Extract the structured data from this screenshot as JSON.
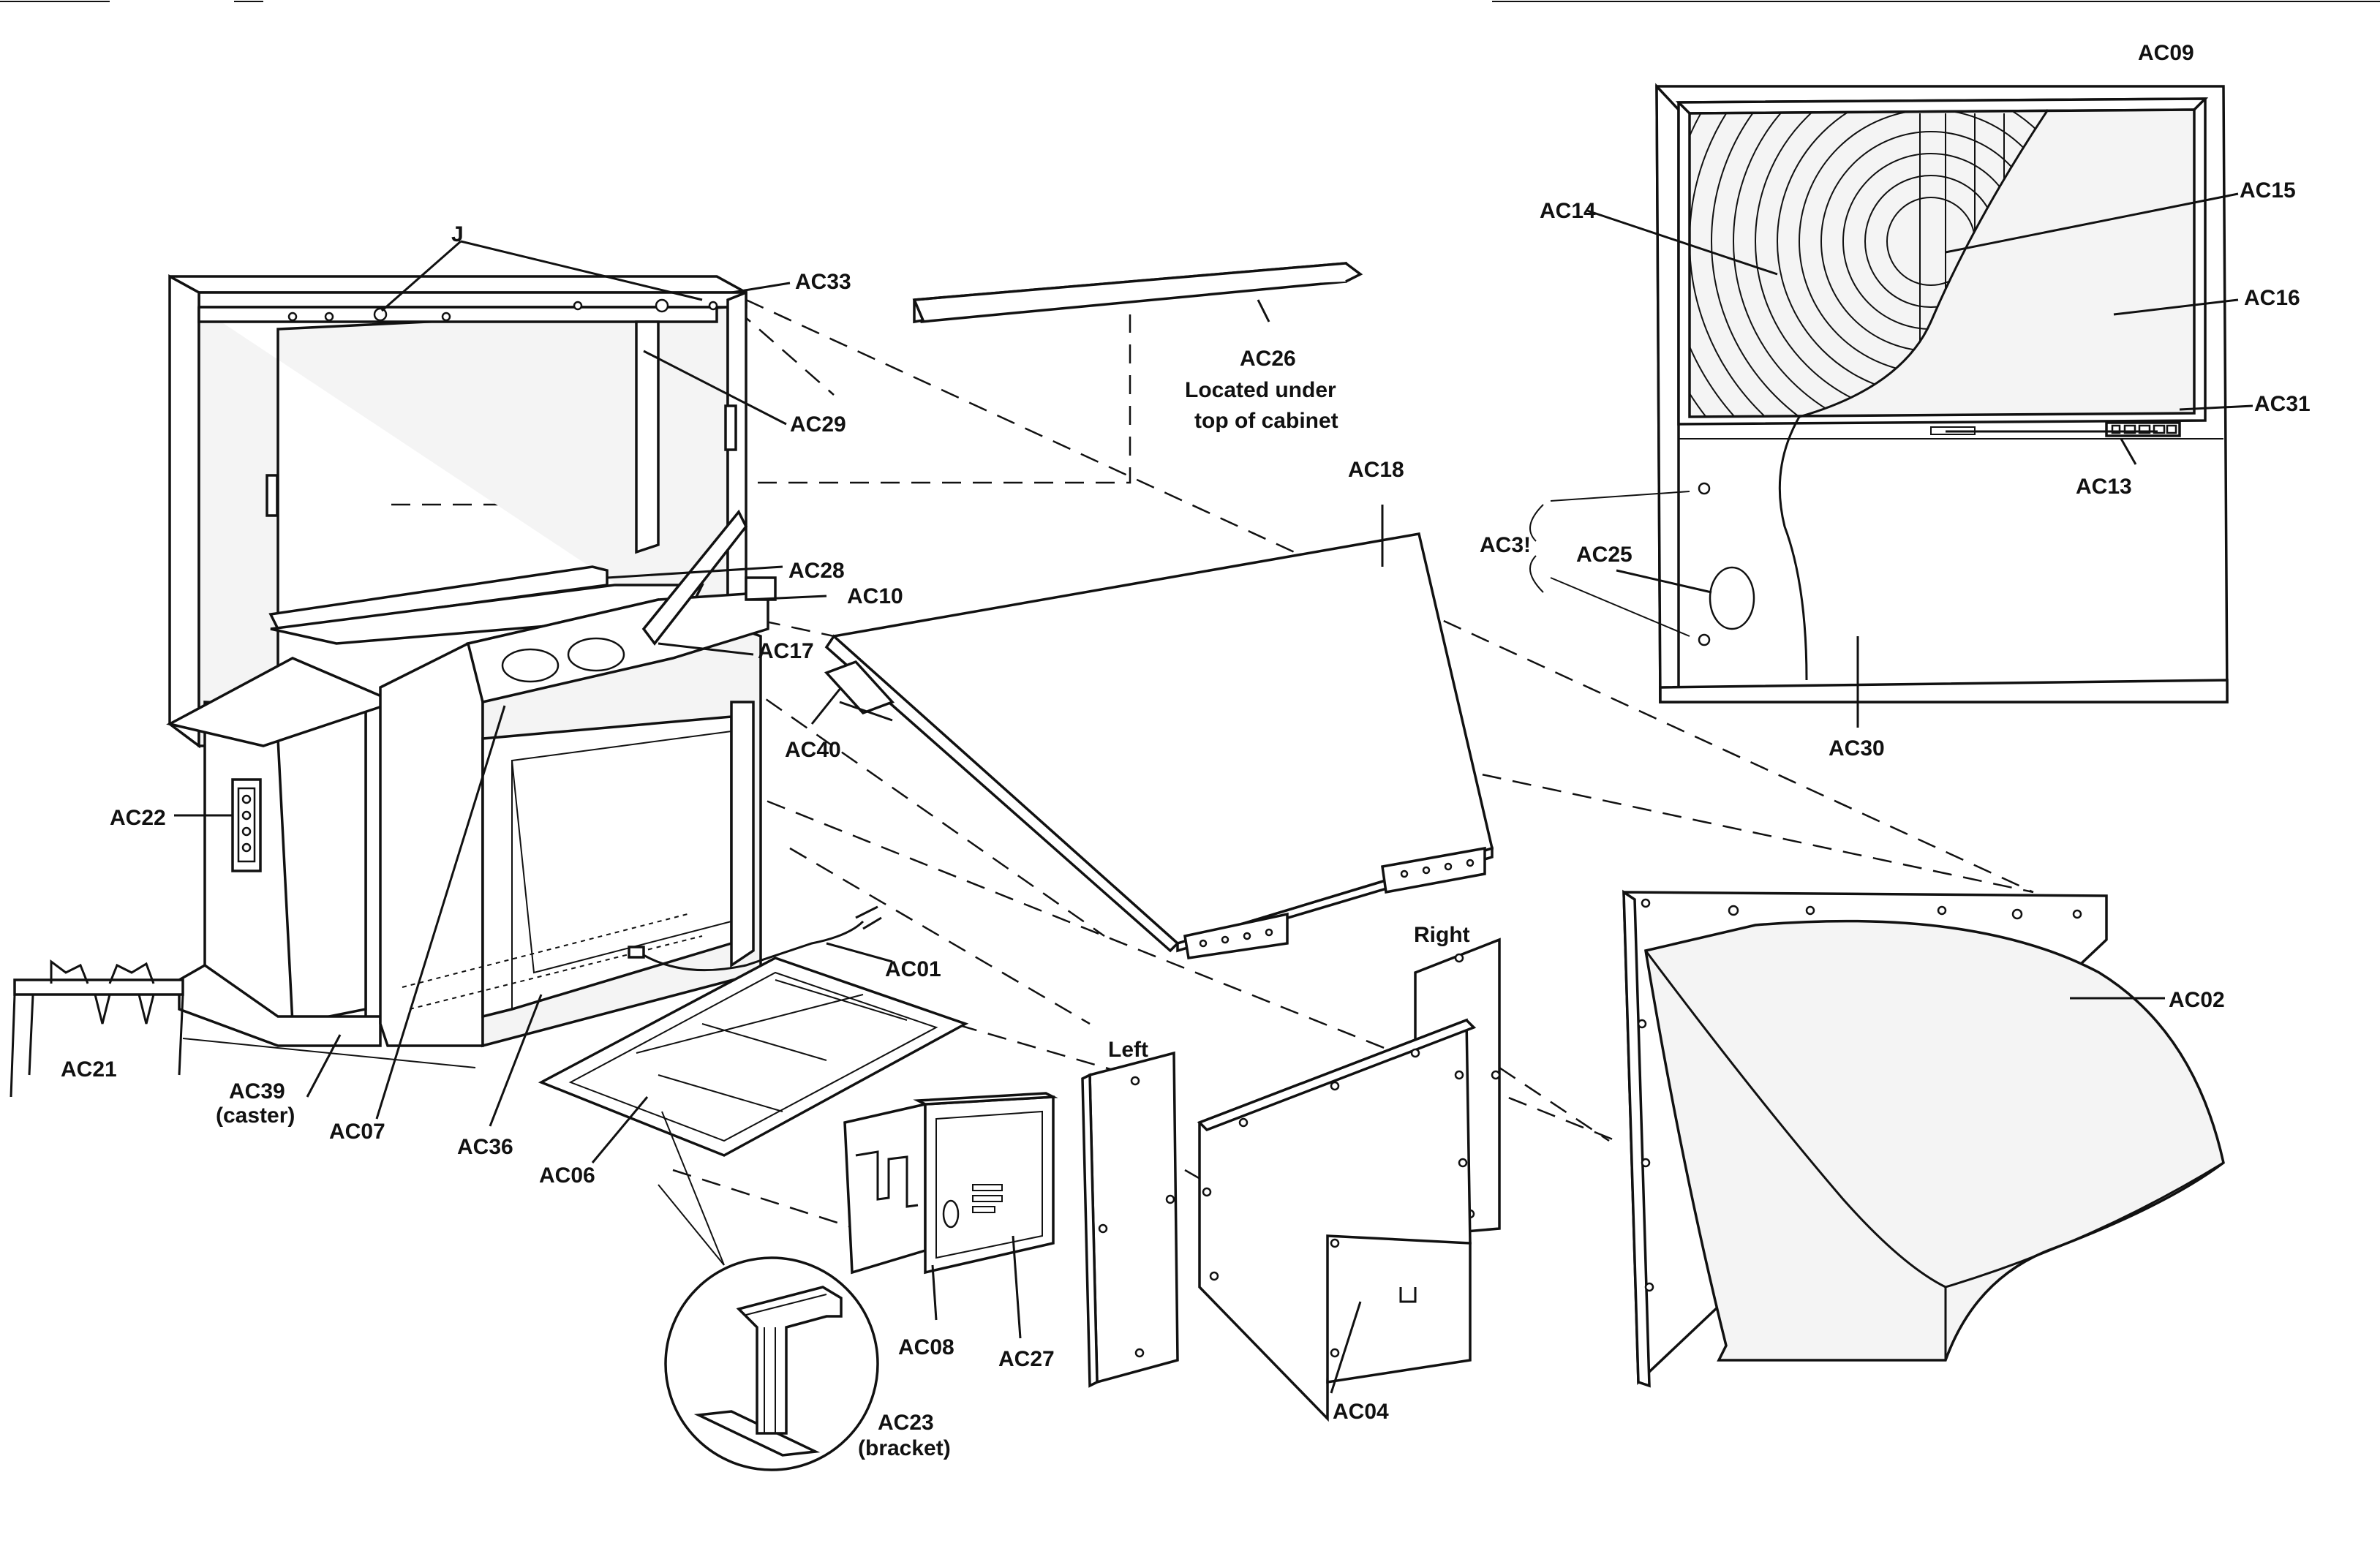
{
  "diagram": {
    "colors": {
      "ink": "#111111",
      "background": "#ffffff"
    },
    "labels": {
      "AC01": "AC01",
      "AC02": "AC02",
      "AC04": "AC04",
      "AC06": "AC06",
      "AC07": "AC07",
      "AC08": "AC08",
      "AC09": "AC09",
      "AC10": "AC10",
      "AC13": "AC13",
      "AC14": "AC14",
      "AC15": "AC15",
      "AC16": "AC16",
      "AC17": "AC17",
      "AC18": "AC18",
      "AC21": "AC21",
      "AC22": "AC22",
      "AC23": "AC23",
      "AC23_note": "(bracket)",
      "AC25": "AC25",
      "AC26": "AC26",
      "AC26_note_1": "Located under",
      "AC26_note_2": "top of cabinet",
      "AC27": "AC27",
      "AC28": "AC28",
      "AC29": "AC29",
      "AC30": "AC30",
      "AC31": "AC31",
      "AC33": "AC33",
      "AC36": "AC36",
      "AC38": "AC3!",
      "AC39": "AC39",
      "AC39_note": "(caster)",
      "AC40": "AC40",
      "J": "J"
    },
    "side_labels": {
      "left": "Left",
      "right": "Right"
    }
  }
}
